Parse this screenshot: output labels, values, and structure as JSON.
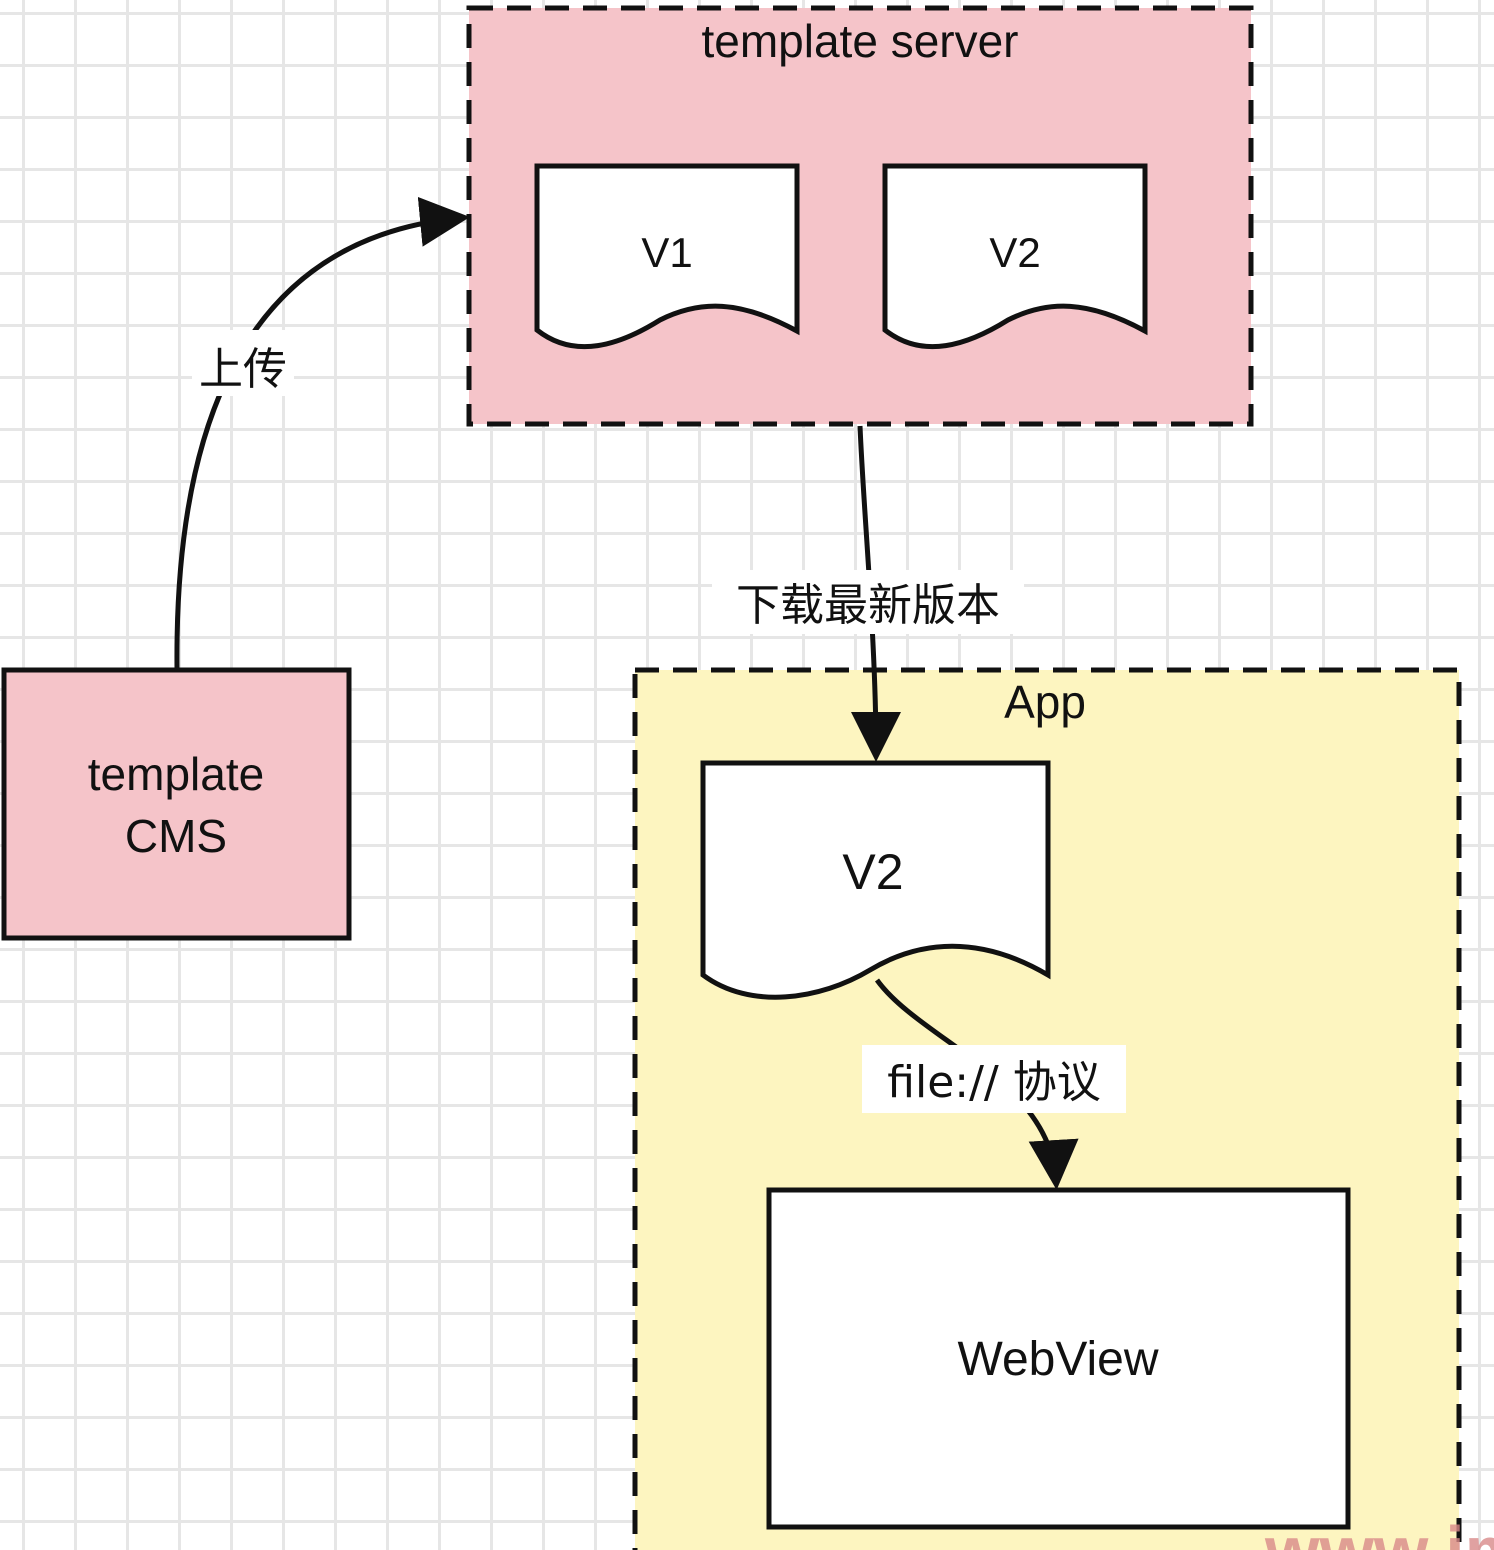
{
  "nodes": {
    "server": {
      "label": "template server",
      "fill": "#f5c4c9"
    },
    "server_v1": {
      "label": "V1"
    },
    "server_v2": {
      "label": "V2"
    },
    "cms": {
      "label_line1": "template",
      "label_line2": "CMS",
      "fill": "#f5c4c9"
    },
    "app": {
      "label": "App",
      "fill": "#fdf5c0"
    },
    "app_v2": {
      "label": "V2"
    },
    "webview": {
      "label": "WebView"
    }
  },
  "edges": {
    "upload": {
      "label": "上传"
    },
    "download": {
      "label": "下载最新版本"
    },
    "file_protocol": {
      "label": "file:// 协议"
    }
  },
  "watermark": {
    "text": "www.im",
    "color": "#d98a8a"
  }
}
